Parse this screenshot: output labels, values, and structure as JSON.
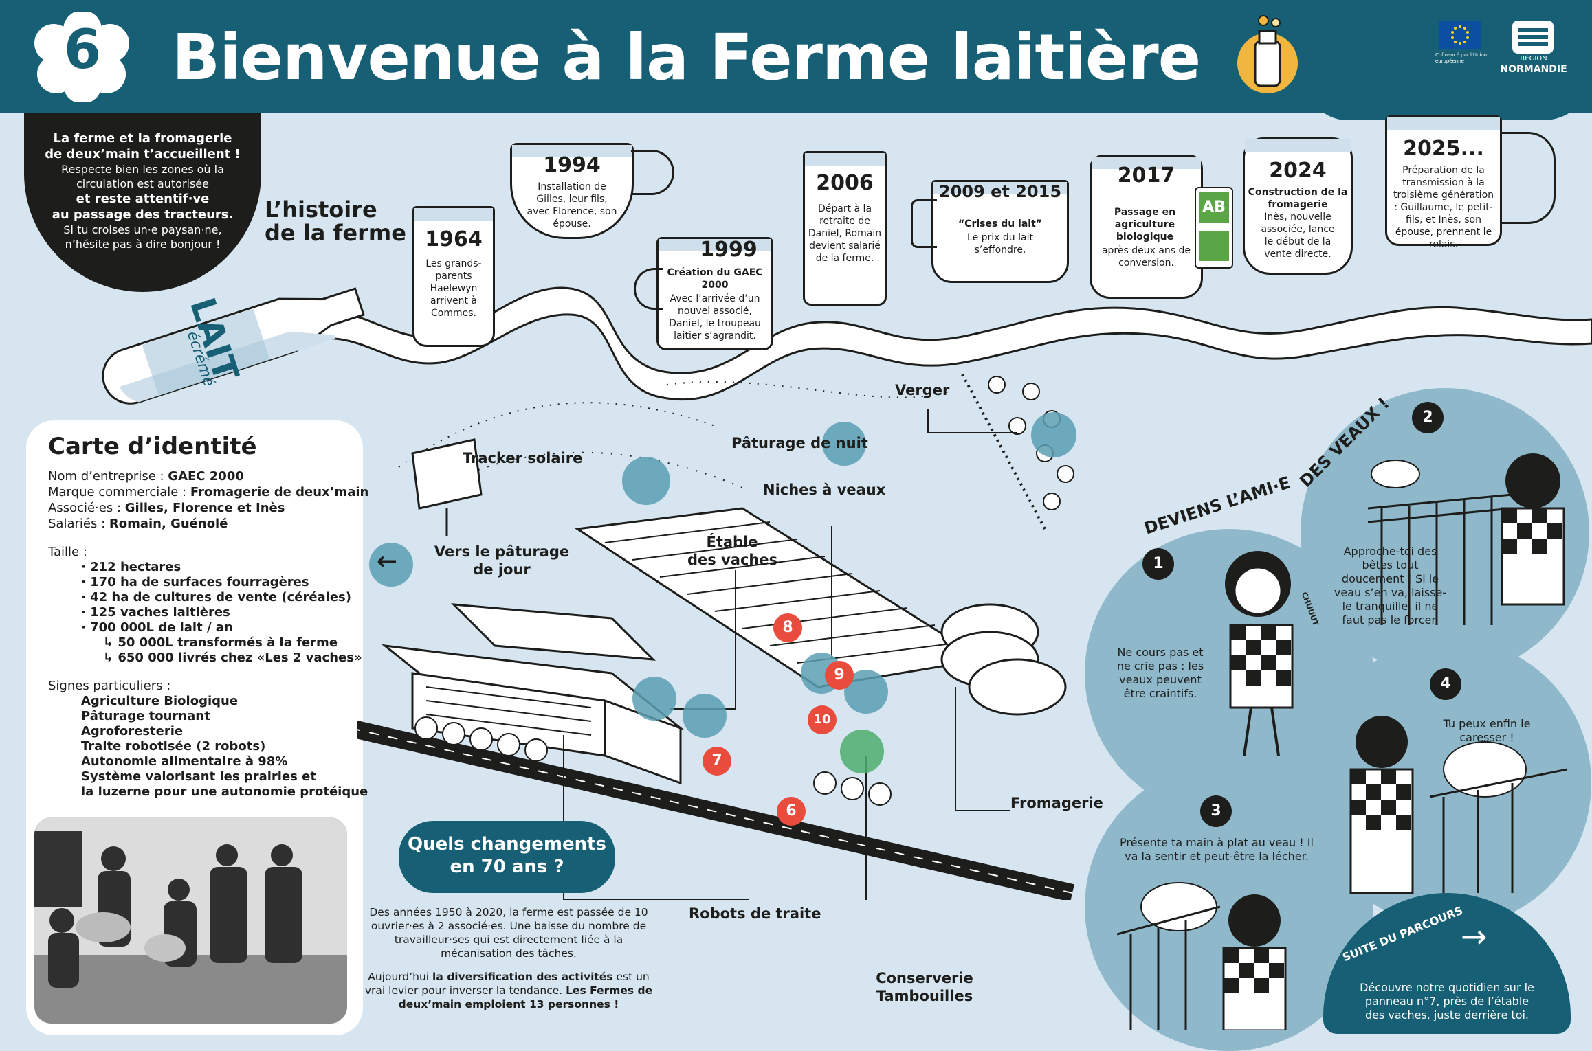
{
  "header": {
    "panel_number": "6",
    "title": "Bienvenue à la Ferme laitière",
    "eu_logo_text": "Cofinancé par l'Union européenne",
    "region_prefix": "RÉGION",
    "region_name": "NORMANDIE"
  },
  "welcome": {
    "line1": "La ferme et la fromagerie",
    "line2": "de deux’main t’accueillent !",
    "line3": "Respecte bien les zones où la",
    "line4": "circulation est autorisée",
    "line5": "et reste attentif·ve",
    "line6": "au passage des tracteurs.",
    "line7": "Si tu croises un·e paysan·ne,",
    "line8": "n’hésite pas à dire bonjour !"
  },
  "history": {
    "title_line1": "L’histoire",
    "title_line2": "de la ferme",
    "milk_label": "LAIT",
    "milk_sub": "écrémé",
    "events": [
      {
        "year": "1964",
        "text": "Les grands-parents Haelewyn arrivent à Commes."
      },
      {
        "year": "1994",
        "text": "Installation de Gilles, leur fils, avec Florence, son épouse."
      },
      {
        "year": "1999",
        "text_bold": "Création du GAEC 2000",
        "text": "Avec l’arrivée d’un nouvel associé, Daniel, le troupeau laitier s’agrandit."
      },
      {
        "year": "2006",
        "text": "Départ à la retraite de Daniel, Romain devient salarié de la ferme."
      },
      {
        "year": "2009 et 2015",
        "text_bold": "“Crises du lait”",
        "text": "Le prix du lait s’effondre."
      },
      {
        "year": "2017",
        "text_bold": "Passage en agriculture biologique",
        "text": "après deux ans de conversion."
      },
      {
        "year": "2024",
        "text_bold": "Construction de la fromagerie",
        "text": "Inès, nouvelle associée, lance le début de la vente directe."
      },
      {
        "year": "2025...",
        "text": "Préparation de la transmission à la troisième génération : Guillaume, le petit-fils, et Inès, son épouse, prennent le relais."
      }
    ],
    "ab_label": "AB"
  },
  "identity": {
    "title": "Carte d’identité",
    "company_label": "Nom d’entreprise : ",
    "company_value": "GAEC 2000",
    "brand_label": "Marque commerciale : ",
    "brand_value": "Fromagerie de deux’main",
    "partners_label": "Associé·es : ",
    "partners_value": "Gilles, Florence et Inès",
    "staff_label": "Salariés : ",
    "staff_value": "Romain, Guénolé",
    "size_label": "Taille :",
    "size_items": [
      "· 212 hectares",
      "· 170 ha de surfaces fourragères",
      "· 42 ha de cultures de vente (céréales)",
      "· 125 vaches laitières",
      "· 700 000L de lait / an",
      "↳ 50 000L transformés à la ferme",
      "↳ 650 000 livrés chez «Les 2 vaches»"
    ],
    "signs_label": "Signes particuliers :",
    "signs_items": [
      "Agriculture Biologique",
      "Pâturage tournant",
      "Agroforesterie",
      "Traite robotisée (2 robots)",
      "Autonomie alimentaire à 98%",
      "Système valorisant les prairies et",
      "la luzerne pour une autonomie protéique"
    ]
  },
  "map": {
    "labels": {
      "verger": "Verger",
      "tracker": "Tracker solaire",
      "paturage_nuit": "Pâturage de nuit",
      "niches": "Niches à veaux",
      "etable_1": "Étable",
      "etable_2": "des vaches",
      "vers_1": "Vers le pâturage",
      "vers_2": "de jour",
      "fromagerie": "Fromagerie",
      "robots": "Robots de traite",
      "conserverie_1": "Conserverie",
      "conserverie_2": "Tambouilles"
    },
    "markers": [
      "6",
      "7",
      "8",
      "9",
      "10"
    ]
  },
  "changes": {
    "bubble_line1": "Quels changements",
    "bubble_line2": "en 70 ans ?",
    "p1": "Des années 1950 à 2020, la ferme est passée de 10 ouvrier·es à 2 associé·es. Une baisse du nombre de travailleur·ses qui est directement liée à la mécanisation des tâches.",
    "p2_a": "Aujourd’hui ",
    "p2_b": "la diversification des activités",
    "p2_c": " est un vrai levier pour inverser la tendance. ",
    "p2_d": "Les Fermes de deux’main emploient 13 personnes !"
  },
  "calves": {
    "title1": "DEVIENS L’AMI·E",
    "title2": "DES VEAUX !",
    "steps": [
      {
        "n": "1",
        "text": "Ne cours pas et ne crie pas : les veaux peuvent être craintifs."
      },
      {
        "n": "2",
        "text": "Approche-toi des bêtes tout doucement ! Si le veau s’en va, laisse-le tranquille, il ne faut pas le forcer."
      },
      {
        "n": "3",
        "text": "Présente ta main à plat au veau ! Il va la sentir et peut-être la lécher."
      },
      {
        "n": "4",
        "text": "Tu peux enfin le caresser !"
      }
    ],
    "chuut": "CHUUUT"
  },
  "next": {
    "title": "SUITE DU PARCOURS",
    "arrow": "→",
    "text": "Découvre notre quotidien sur le panneau n°7, près de l’étable des vaches, juste derrière toi."
  },
  "colors": {
    "teal": "#175f74",
    "light": "#d6e5f0",
    "blob": "#8fb9cb",
    "marker": "#e94b3c"
  }
}
